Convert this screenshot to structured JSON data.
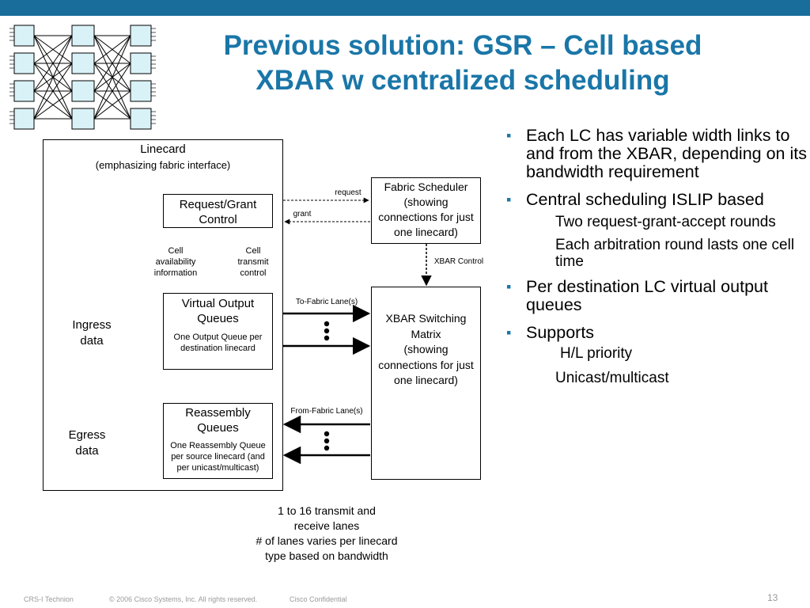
{
  "title_line1": "Previous solution: GSR – Cell based",
  "title_line2": "XBAR w centralized scheduling",
  "linecard": {
    "title": "Linecard",
    "subtitle": "(emphasizing fabric interface)",
    "rgc_line1": "Request/Grant",
    "rgc_line2": "Control",
    "cell_avail_1": "Cell",
    "cell_avail_2": "availability",
    "cell_avail_3": "information",
    "cell_tx_1": "Cell",
    "cell_tx_2": "transmit",
    "cell_tx_3": "control",
    "voq_line1": "Virtual Output",
    "voq_line2": "Queues",
    "voq_note1": "One Output Queue per",
    "voq_note2": "destination linecard",
    "reasm_line1": "Reassembly",
    "reasm_line2": "Queues",
    "reasm_note1": "One Reassembly Queue",
    "reasm_note2": "per source linecard (and",
    "reasm_note3": "per unicast/multicast)",
    "ingress_1": "Ingress",
    "ingress_2": "data",
    "egress_1": "Egress",
    "egress_2": "data"
  },
  "fabric_scheduler": {
    "line1": "Fabric Scheduler",
    "line2": "(showing",
    "line3": "connections for just",
    "line4": "one linecard)"
  },
  "xbar": {
    "line1": "XBAR Switching",
    "line2": "Matrix",
    "line3": "(showing",
    "line4": "connections for just",
    "line5": "one linecard)"
  },
  "labels": {
    "request": "request",
    "grant": "grant",
    "xbar_control": "XBAR Control",
    "to_fabric": "To-Fabric Lane(s)",
    "from_fabric": "From-Fabric Lane(s)"
  },
  "lanes_note": {
    "line1": "1 to 16 transmit and",
    "line2": "receive lanes",
    "line3": "# of lanes varies per linecard",
    "line4": "type based on bandwidth"
  },
  "bullets": [
    "Each LC has variable width links to and from the XBAR, depending on its bandwidth requirement",
    "Central scheduling ISLIP based",
    "Per destination LC virtual output queues",
    "Supports"
  ],
  "sub_bullets": {
    "islip_1": "Two request-grant-accept rounds",
    "islip_2": "Each arbitration round lasts one cell time",
    "supports_1": "H/L priority",
    "supports_2": "Unicast/multicast"
  },
  "footer": {
    "left": "CRS-I Technion",
    "copyright": "© 2006 Cisco Systems, Inc. All rights reserved.",
    "confidential": "Cisco Confidential",
    "page": "13"
  },
  "colors": {
    "accent": "#1a76a8",
    "topbar": "#186d9b",
    "logo_cell": "#d9f2f7"
  }
}
